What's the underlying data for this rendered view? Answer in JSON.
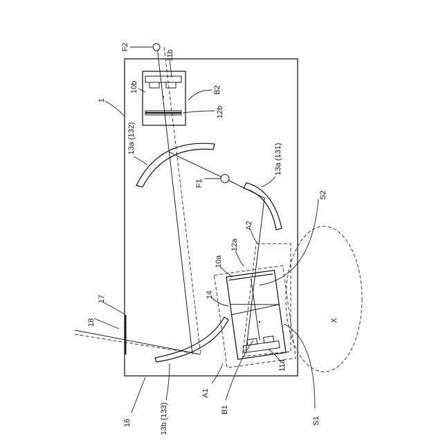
{
  "diagram": {
    "labels": {
      "l1": "1",
      "l10a": "10a",
      "l10b": "10b",
      "l11a": "11a",
      "l11b": "11b",
      "l12a": "12a",
      "l12b": "12b",
      "l13a131": "13a (131)",
      "l13a132": "13a (132)",
      "l13b133": "13b (133)",
      "l14": "14",
      "l16": "16",
      "l17": "17",
      "l18": "18",
      "lA1": "A1",
      "lA2": "A2",
      "lB1": "B1",
      "lB2": "B2",
      "lF1": "F1",
      "lF2": "F2",
      "lS1": "S1",
      "lS2": "S2",
      "lX": "X"
    }
  }
}
